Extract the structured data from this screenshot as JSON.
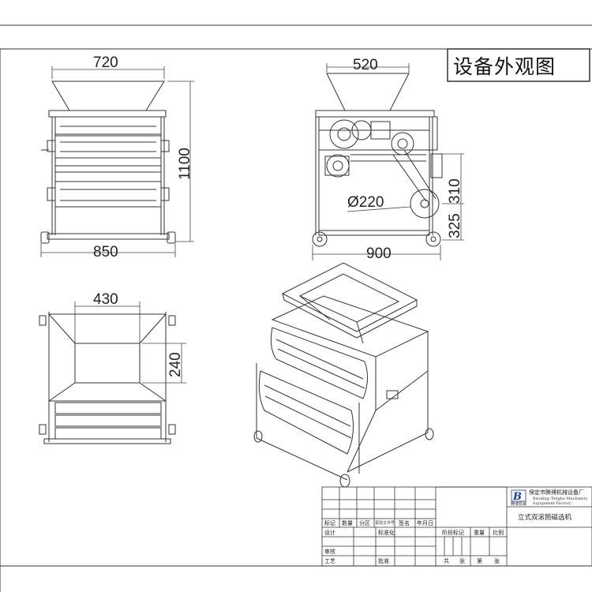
{
  "drawing_title": "设备外观图",
  "dimensions": {
    "front_top_width": "720",
    "front_height": "1100",
    "front_base_width": "850",
    "side_top_width": "520",
    "side_pulley_dia": "Ø220",
    "side_upper_height": "310",
    "side_lower_height": "325",
    "side_base_width": "900",
    "plan_hopper_width": "430",
    "plan_hopper_depth": "240"
  },
  "title_block": {
    "company_cn": "保定市腾博机械设备厂",
    "company_en_1": "Baoding Tengbo Machinery",
    "company_en_2": "Equipment Factory",
    "logo_caption": "腾博机械",
    "product_name": "立式双滚筒磁选机",
    "col_labels": [
      "标记",
      "数量",
      "分区",
      "更改文件号",
      "签名",
      "年月日"
    ],
    "row_design": "设计",
    "row_standard": "标准化",
    "row_review": "审核",
    "row_process": "工艺",
    "row_approve": "批准",
    "stage_mark": "阶段标记",
    "weight": "重量",
    "scale": "比例",
    "total": "共",
    "sheets": "张",
    "page": "第"
  }
}
